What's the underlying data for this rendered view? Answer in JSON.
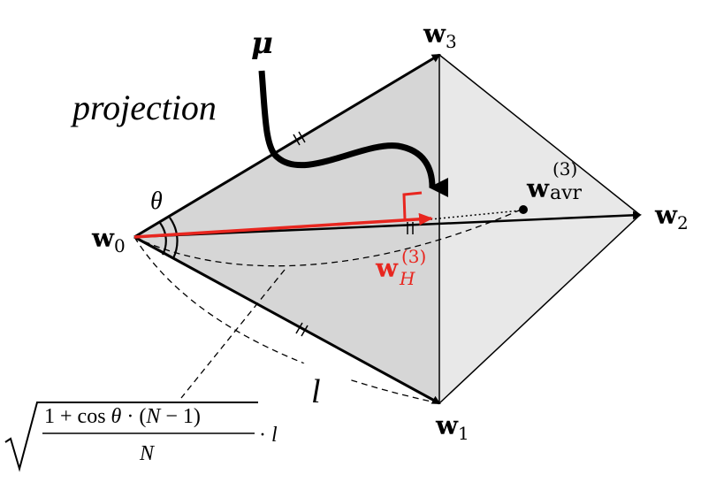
{
  "vertices": {
    "w0": {
      "main": "w",
      "sub": "0"
    },
    "w1": {
      "main": "w",
      "sub": "1"
    },
    "w2": {
      "main": "w",
      "sub": "2"
    },
    "w3": {
      "main": "w",
      "sub": "3"
    },
    "w_avr": {
      "main": "w",
      "sup": "(3)",
      "sub": "avr"
    },
    "w_H": {
      "main": "w",
      "sup": "(3)",
      "sub": "H"
    }
  },
  "labels": {
    "mu": "μ",
    "projection": "projection",
    "theta": "θ",
    "l": "l"
  },
  "formula": {
    "numerator_parts": [
      "1 + cos ",
      "θ",
      " · (",
      "N",
      " − 1)"
    ],
    "denominator": "N",
    "multiplier": "· ",
    "multiplier_var": "l"
  },
  "colors": {
    "face_front": "#d6d6d6",
    "face_back": "#e6e6e6",
    "edge": "#000000",
    "projection_vector": "#e8261f",
    "right_angle": "#e8261f"
  }
}
